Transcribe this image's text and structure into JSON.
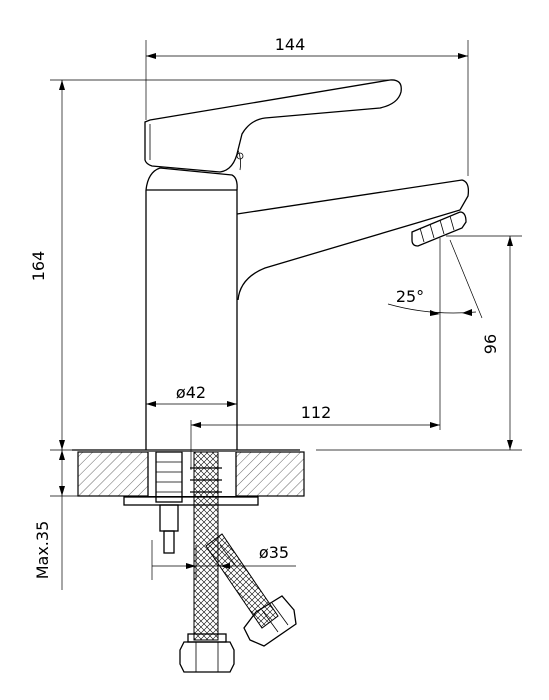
{
  "dimensions": {
    "width_total": "144",
    "height_total": "164",
    "spout_reach": "112",
    "spout_height": "96",
    "body_diameter": "ø42",
    "spout_angle": "25°",
    "max_thickness": "Max.35",
    "hose_diameter": "ø35"
  }
}
